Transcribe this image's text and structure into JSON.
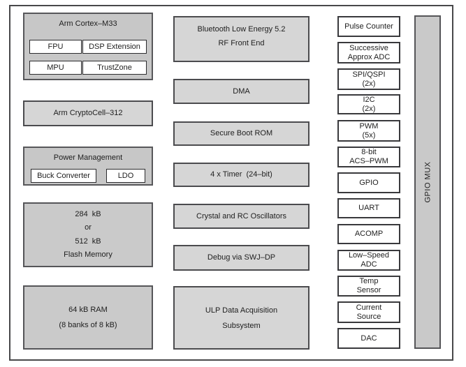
{
  "colors": {
    "container_gray": "#c7c7c7",
    "memory_gray": "#cacaca",
    "light_gray": "#d6d6d6",
    "white_block": "#ffffff",
    "frame_border": "#48484a",
    "text": "#1e1e1e"
  },
  "left_column": {
    "cortex": {
      "title": "Arm Cortex–M33",
      "sub_blocks": [
        "FPU",
        "DSP Extension",
        "MPU",
        "TrustZone"
      ]
    },
    "cryptocell": {
      "label": "Arm CryptoCell–312"
    },
    "power": {
      "title": "Power Management",
      "sub_blocks": [
        "Buck Converter",
        "LDO"
      ]
    },
    "flash": {
      "lines": [
        "284  kB",
        "or",
        "512  kB",
        "Flash Memory"
      ]
    },
    "ram": {
      "lines": [
        "64 kB RAM",
        "(8 banks of 8 kB)"
      ]
    }
  },
  "middle_column": {
    "ble": {
      "lines": [
        "Bluetooth Low Energy 5.2",
        "RF Front End"
      ]
    },
    "dma": {
      "label": "DMA"
    },
    "boot_rom": {
      "label": "Secure Boot ROM"
    },
    "timer": {
      "label": "4 x Timer  (24–bit)"
    },
    "oscillators": {
      "label": "Crystal and RC Oscillators"
    },
    "debug": {
      "label": "Debug via SWJ–DP"
    },
    "ulp": {
      "lines": [
        "ULP Data Acquisition",
        "Subsystem"
      ]
    }
  },
  "right_column": [
    {
      "lines": [
        "Pulse Counter"
      ]
    },
    {
      "lines": [
        "Successive",
        "Approx ADC"
      ]
    },
    {
      "lines": [
        "SPI/QSPI",
        "(2x)"
      ]
    },
    {
      "lines": [
        "I2C",
        "(2x)"
      ]
    },
    {
      "lines": [
        "PWM",
        "(5x)"
      ]
    },
    {
      "lines": [
        "8-bit",
        "ACS–PWM"
      ]
    },
    {
      "lines": [
        "GPIO"
      ]
    },
    {
      "lines": [
        "UART"
      ]
    },
    {
      "lines": [
        "ACOMP"
      ]
    },
    {
      "lines": [
        "Low–Speed",
        "ADC"
      ]
    },
    {
      "lines": [
        "Temp",
        "Sensor"
      ]
    },
    {
      "lines": [
        "Current",
        "Source"
      ]
    },
    {
      "lines": [
        "DAC"
      ]
    }
  ],
  "gpio_mux": {
    "label": "GPIO MUX"
  }
}
